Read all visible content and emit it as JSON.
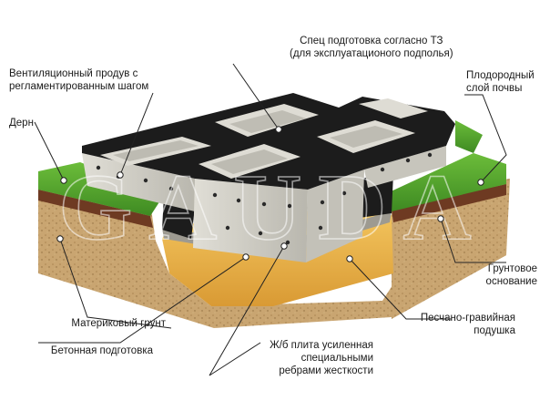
{
  "watermark": "GAUDA",
  "labels": {
    "special_prep": {
      "line1": "Спец подготовка согласно ТЗ",
      "line2": "(для эксплуатационого подполья)"
    },
    "vent": {
      "line1": "Вентиляционный продув с",
      "line2": "регламентированным шагом"
    },
    "fertile": {
      "line1": "Плодородный",
      "line2": "слой почвы"
    },
    "turf": {
      "line1": "Дерн"
    },
    "ground_base": {
      "line1": "Грунтовое",
      "line2": "основание"
    },
    "native_soil": {
      "line1": "Материковый грунт"
    },
    "sand_gravel": {
      "line1": "Песчано-гравийная",
      "line2": "подушка"
    },
    "concrete_prep": {
      "line1": "Бетонная подготовка"
    },
    "rc_slab": {
      "line1": "Ж/б плита усиленная",
      "line2": "специальными",
      "line3": "ребрами жесткости"
    }
  },
  "colors": {
    "grass": "#4a9a2a",
    "soil": "#c9a571",
    "sand": "#e8b04a",
    "concrete": "#d4d2c8",
    "bitumen": "#1c1c1c",
    "leader": "#222222"
  }
}
